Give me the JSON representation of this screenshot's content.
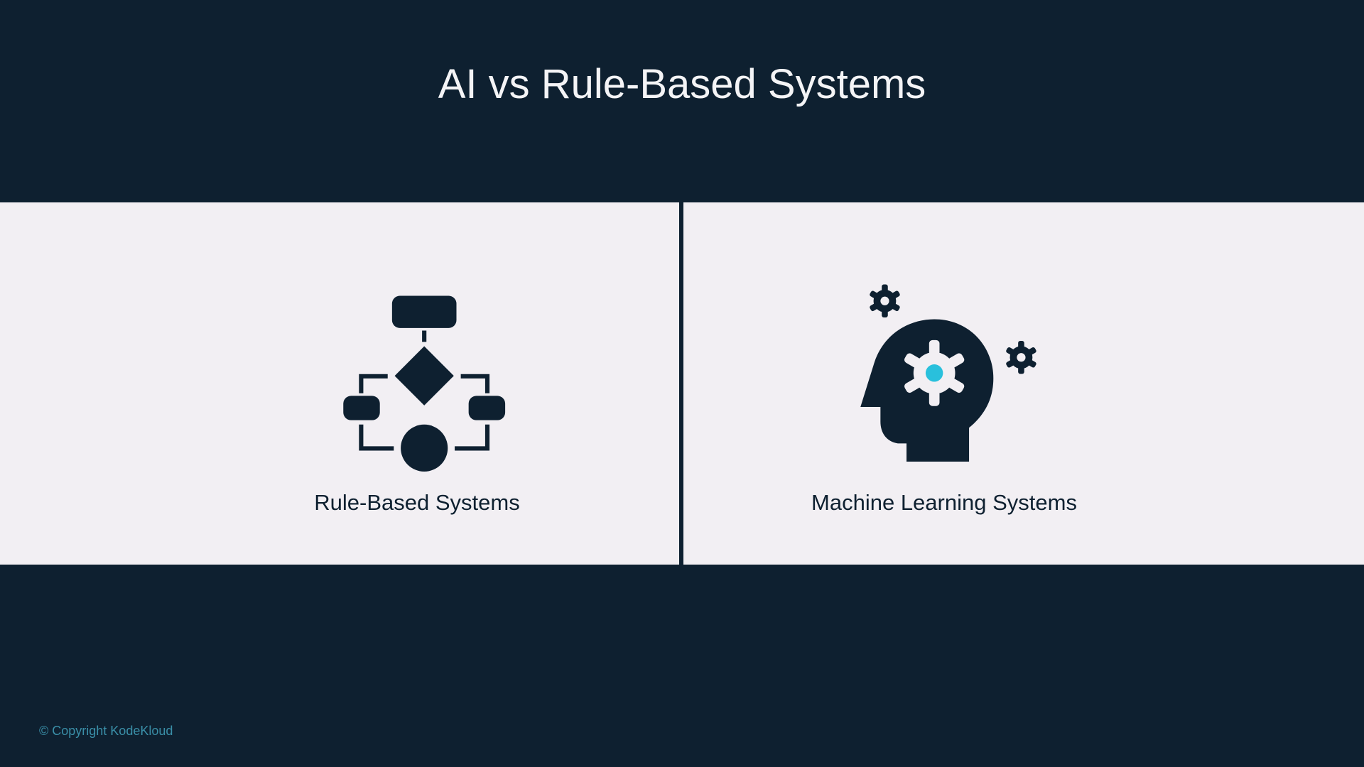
{
  "slide": {
    "title": "AI vs Rule-Based Systems",
    "left": {
      "label": "Rule-Based Systems",
      "icon": "flowchart-icon"
    },
    "right": {
      "label": "Machine Learning Systems",
      "icon": "head-gears-icon"
    },
    "copyright": "© Copyright KodeKloud"
  },
  "colors": {
    "background": "#0e2030",
    "panel": "#f2eff3",
    "accent": "#29c0dc",
    "copyright": "#3a8fa8"
  }
}
